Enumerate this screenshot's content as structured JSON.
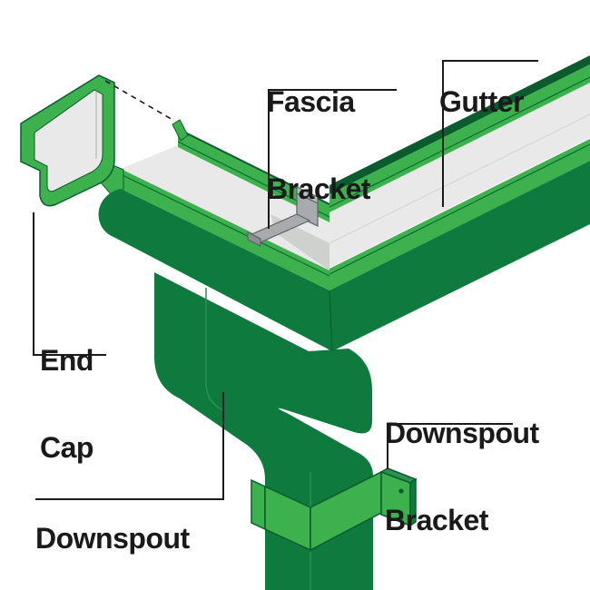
{
  "diagram": {
    "type": "gutter-system-parts-diagram",
    "background": "#FFFFFF",
    "labels": {
      "fascia_bracket": {
        "line1": "Fascia",
        "line2": "Bracket"
      },
      "gutter": {
        "line1": "Gutter"
      },
      "end_cap": {
        "line1": "End",
        "line2": "Cap"
      },
      "downspout": {
        "line1": "Downspout"
      },
      "downspout_bracket": {
        "line1": "Downspout",
        "line2": "Bracket"
      }
    },
    "colors": {
      "bright_green": "#3CB14D",
      "dark_green": "#0E7A3D",
      "deep_green": "#0A5C2E",
      "seam_green": "#2E9154",
      "channel_gray": "#E8E9E8",
      "shadow_gray": "#C9CDC9",
      "bracket_gray": "#A7ABAD",
      "bracket_gray_light": "#B8BCBE",
      "bracket_gray_dark": "#8A8E90",
      "label_black": "#1A1A1A",
      "background_white": "#FFFFFF"
    }
  }
}
